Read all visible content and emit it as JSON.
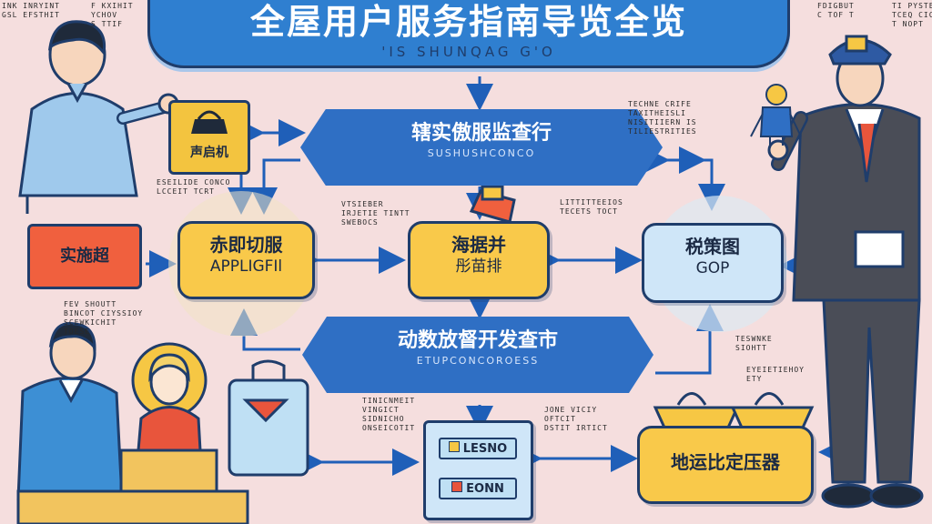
{
  "title": {
    "main": "全屋用户服务指南导览全览",
    "sub": "'IS SHUNQAG G'O"
  },
  "hubs": {
    "top": {
      "label": "辖实傲服监查行",
      "sub": "SUSHUSHCONCO"
    },
    "bottom": {
      "label": "动数放督开发查市",
      "sub": "ETUPCONCOROESS"
    }
  },
  "nodes": {
    "left": {
      "line1": "赤即切服",
      "line2": "APPLIGFIl"
    },
    "center": {
      "line1": "海据并",
      "line2": "彤苗排"
    },
    "right": {
      "line1": "税策图",
      "line2": "GOP"
    },
    "bottom_right": {
      "line1": "地运比定压器"
    }
  },
  "cards": {
    "shop_sign": "声启机",
    "left_bag": "实施超",
    "list_row1": "LESNO",
    "list_row2": "EONN"
  },
  "notes": {
    "top_left_a": "INK INRYINT\nGSL EFSTHIT",
    "top_left_b": "F KXIHIT\nYCHOV\nS TTIF",
    "top_right_a": "TECHNE CRIFE\nTAXITHEISLI\nNISITIIERN IS\nTILIESTRITIES",
    "top_right_b": "FDIGBUT\nC TOF T",
    "top_right_c": "TI PYSTEU\nTCEQ CICNT\nT NOPT",
    "left_mid": "ESEILIDE CONCO\nLCCEIT TCRT",
    "center_left": "VTSIEBER\nIRJETIE TINTT\nSWEBOCS",
    "center_right": "LITTITTEEIOS\nTECETS TOCT",
    "left_lower": "FEV SHOUTT\nBINCOT CIYSSIOY\nSCEWKICHIT\nTOESE",
    "right_lower_a": "TESWNKE\nSIOHTT",
    "right_lower_b": "EYEIETIEHOY\nETY",
    "bottom_mid": "TINICNMEIT\nVINGICT\nSIDNICHO\nONSEICOTIT",
    "bottom_mid2": "JONE VICIY\nOFTCIT\nDSTIT IRTICT"
  },
  "colors": {
    "background": "#f5dede",
    "banner": "#2f7fd0",
    "hub": "#2f6fc4",
    "node_yellow": "#f9c94a",
    "node_blue": "#cfe6f8",
    "outline": "#1f3d6b",
    "accent_orange": "#f0603e"
  }
}
